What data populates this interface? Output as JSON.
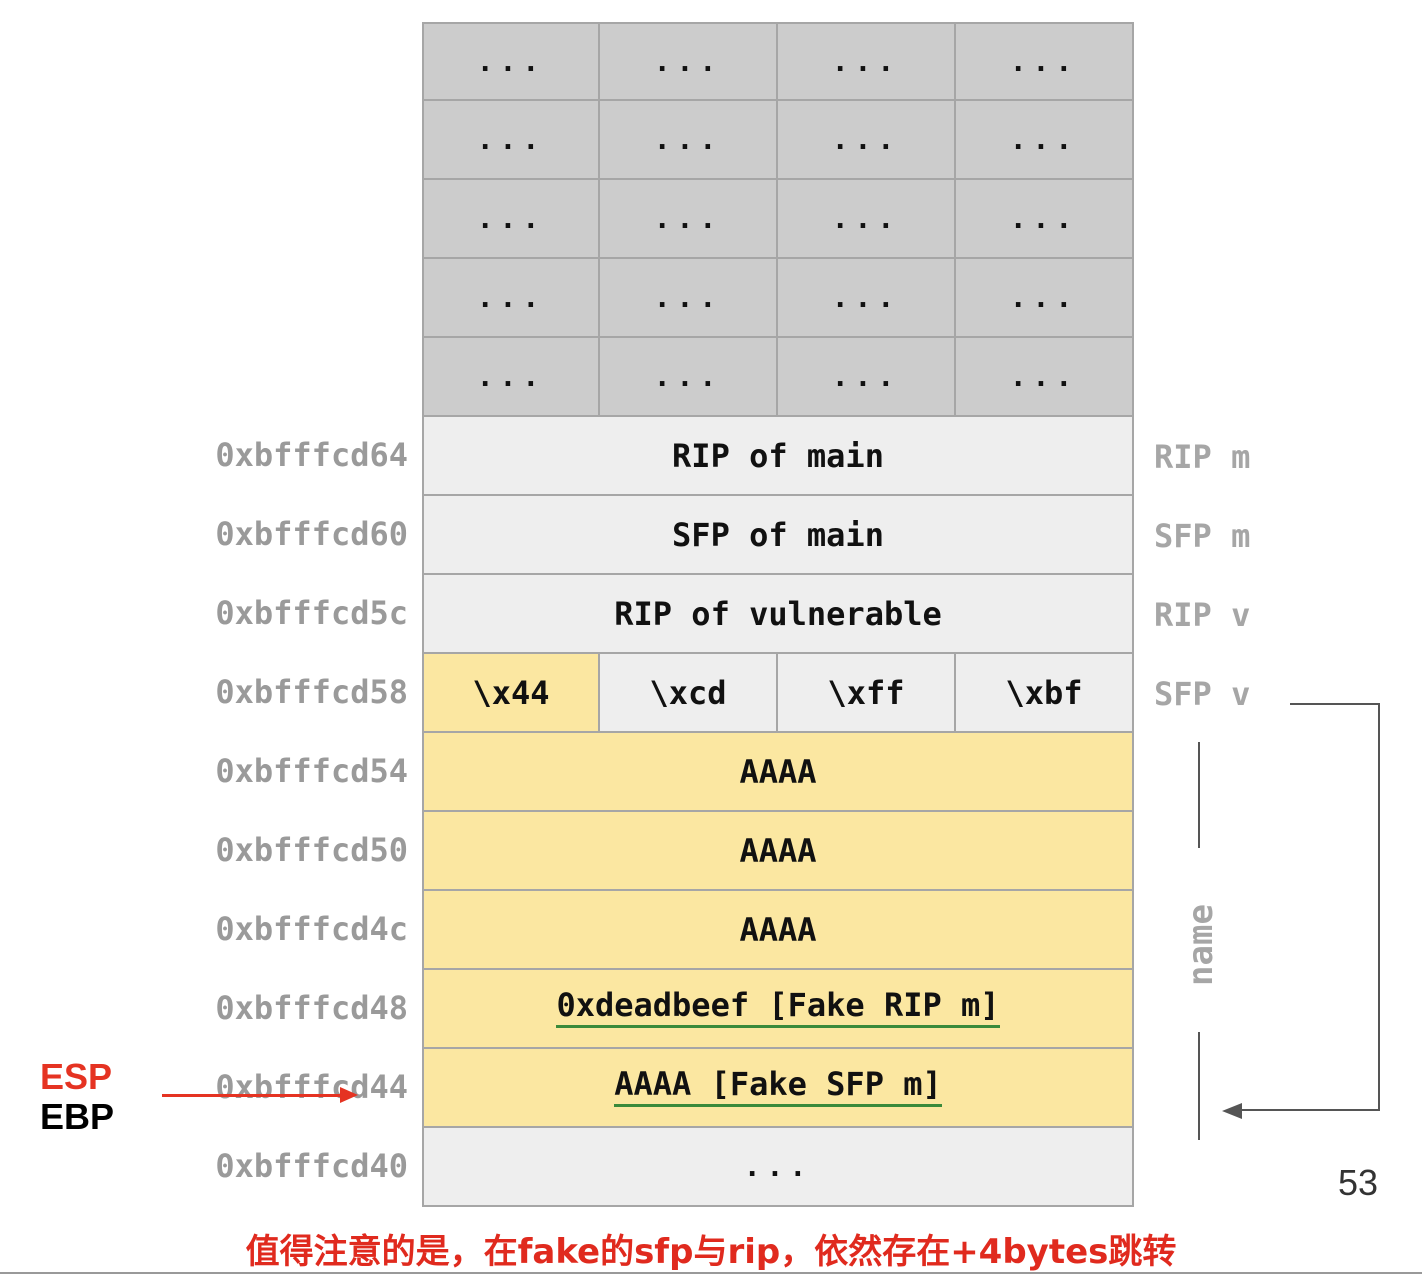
{
  "ellipsis": "...",
  "rows": {
    "rip_main": "RIP of main",
    "sfp_main": "SFP of main",
    "rip_vuln": "RIP of vulnerable",
    "sfp_bytes": [
      "\\x44",
      "\\xcd",
      "\\xff",
      "\\xbf"
    ],
    "aaaa": "AAAA",
    "fake_rip": "0xdeadbeef [Fake RIP m]",
    "fake_sfp": "AAAA [Fake SFP m]",
    "bottom": "..."
  },
  "addresses": [
    "0xbfffcd64",
    "0xbfffcd60",
    "0xbfffcd5c",
    "0xbfffcd58",
    "0xbfffcd54",
    "0xbfffcd50",
    "0xbfffcd4c",
    "0xbfffcd48",
    "0xbfffcd44",
    "0xbfffcd40"
  ],
  "right_labels": [
    "RIP m",
    "SFP m",
    "RIP v",
    "SFP v"
  ],
  "name_label": "name",
  "registers": {
    "esp": "ESP",
    "ebp": "EBP"
  },
  "colors": {
    "esp": "#e53322",
    "ebp": "#000000",
    "note": "#e02a1e",
    "filled": "#fbe7a1",
    "unused": "#cccccc"
  },
  "page_number": "53",
  "note": "值得注意的是，在fake的sfp与rip，依然存在+4bytes跳转"
}
